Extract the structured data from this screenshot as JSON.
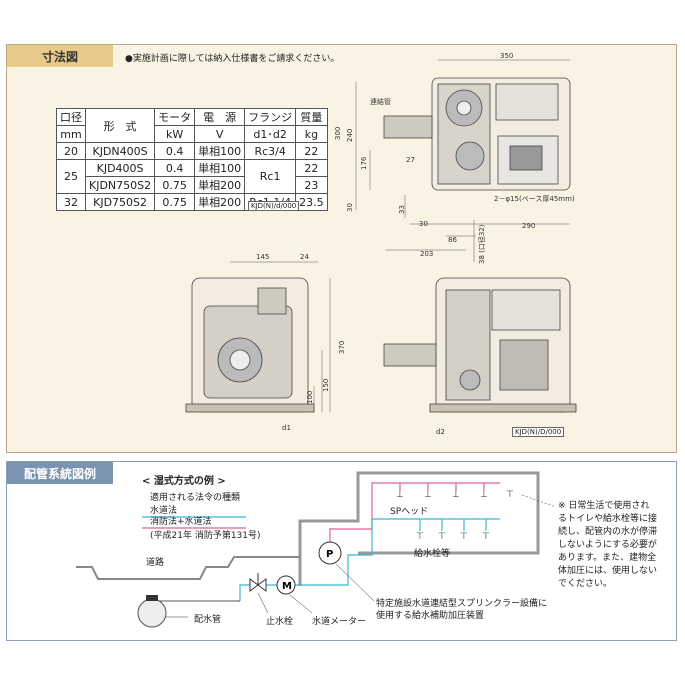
{
  "dims": {
    "title": "寸法図",
    "notice": "●実施計画に際しては納入仕様書をご請求ください。",
    "table": {
      "headers_top": [
        "口径",
        "形　式",
        "モータ",
        "電　源",
        "フランジ",
        "質量"
      ],
      "headers_unit": [
        "mm",
        "kW",
        "V",
        "d1･d2",
        "kg"
      ],
      "rows": [
        {
          "dia": "20",
          "model": "KJDN400S",
          "motor": "0.4",
          "power": "単相100",
          "flange": "Rc3/4",
          "mass": "22"
        },
        {
          "dia": "25",
          "model": "KJD400S",
          "motor": "0.4",
          "power": "単相100",
          "flange": "Rc1",
          "mass": "22"
        },
        {
          "dia": "",
          "model": "KJDN750S2",
          "motor": "0.75",
          "power": "単相200",
          "flange": "",
          "mass": "23"
        },
        {
          "dia": "32",
          "model": "KJD750S2",
          "motor": "0.75",
          "power": "単相200",
          "flange": "Rc1 1/4",
          "mass": "23.5"
        }
      ],
      "ref": "KJD(N)/d/000"
    },
    "labels": {
      "d350": "350",
      "d300": "300",
      "d240": "240",
      "d176": "176",
      "d33": "33",
      "d30a": "30",
      "d27": "27",
      "d30b": "30",
      "d86": "86",
      "d203": "203",
      "d290": "290",
      "d38": "38 (口径32)",
      "connector": "連結管",
      "holes": "2－φ15(ベース厚45mm)",
      "d145": "145",
      "d24": "24",
      "d370": "370",
      "d150": "150",
      "d100": "100",
      "d1": "d1",
      "d2": "d2",
      "ref2": "KJD(N)/D/000"
    }
  },
  "piping": {
    "title": "配管系統図例",
    "example": "< 湿式方式の例 >",
    "law_title": "適用される法令の種類",
    "law1": "水道法",
    "law2": "消防法+水道法",
    "law3": "(平成21年 消防予第131号)",
    "road": "道路",
    "main_pipe": "配水管",
    "stop_valve": "止水栓",
    "meter": "水道メーター",
    "sp_head": "SPヘッド",
    "tap": "給水栓等",
    "pump_label": "P",
    "meter_label": "M",
    "device": "特定施設水道連結型スプリンクラー設備に",
    "device2": "使用する給水補助加圧装置",
    "side_note": "※ 日常生活で使用されるトイレや給水栓等に接続し、配管内の水が停滞しないようにする必要があります。また、建物全体加圧には、使用しないでください。",
    "colors": {
      "water": "#3ab6d6",
      "fire": "#d9639a",
      "building": "#999999"
    }
  }
}
